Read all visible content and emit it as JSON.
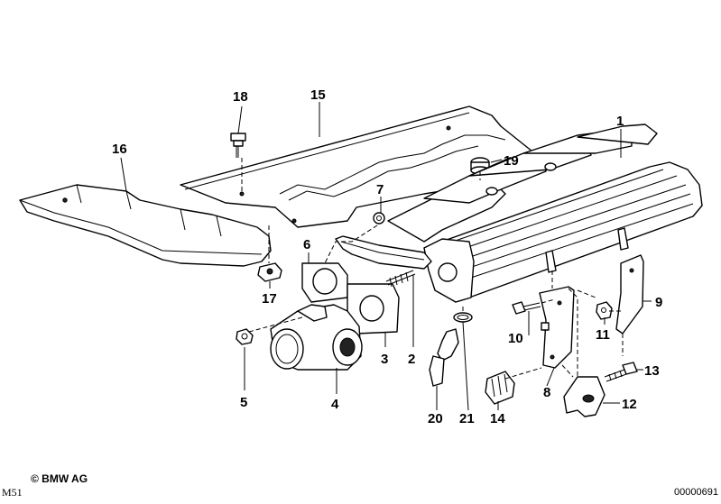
{
  "callouts": {
    "c1": "1",
    "c2": "2",
    "c3": "3",
    "c4": "4",
    "c5": "5",
    "c6": "6",
    "c7": "7",
    "c8": "8",
    "c9": "9",
    "c10": "10",
    "c11": "11",
    "c12": "12",
    "c13": "13",
    "c14": "14",
    "c15": "15",
    "c16": "16",
    "c17": "17",
    "c18": "18",
    "c19": "19",
    "c20": "20",
    "c21": "21"
  },
  "footer": {
    "copyright": "© BMW AG",
    "model": "M51",
    "drawing_number": "00000691"
  }
}
